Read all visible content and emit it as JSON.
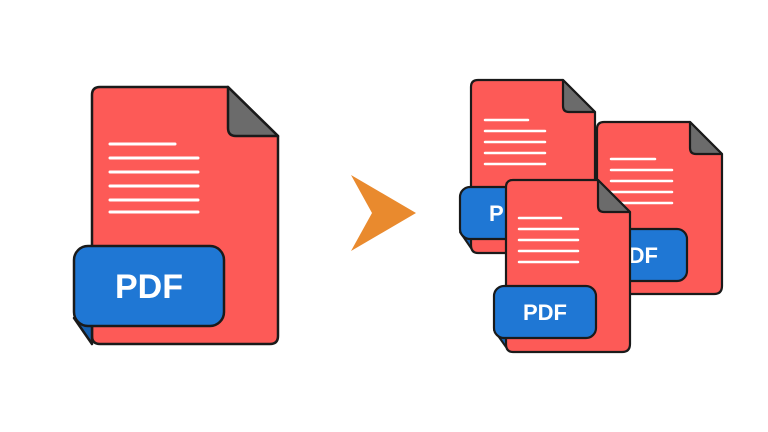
{
  "illustration": {
    "source_file": {
      "label": "PDF"
    },
    "arrow": {
      "name": "arrow-right-icon"
    },
    "output_files": [
      {
        "label": "PDF"
      },
      {
        "label": "PDF"
      },
      {
        "label": "PDF"
      }
    ]
  },
  "colors": {
    "page_fill": "#fd5a57",
    "outline": "#1a1a1a",
    "fold": "#6b6b6b",
    "badge": "#1f77d4",
    "badge_shadow": "#155fae",
    "arrow": "#e98a2e",
    "text_lines": "#ffffff",
    "background": "#ffffff"
  }
}
